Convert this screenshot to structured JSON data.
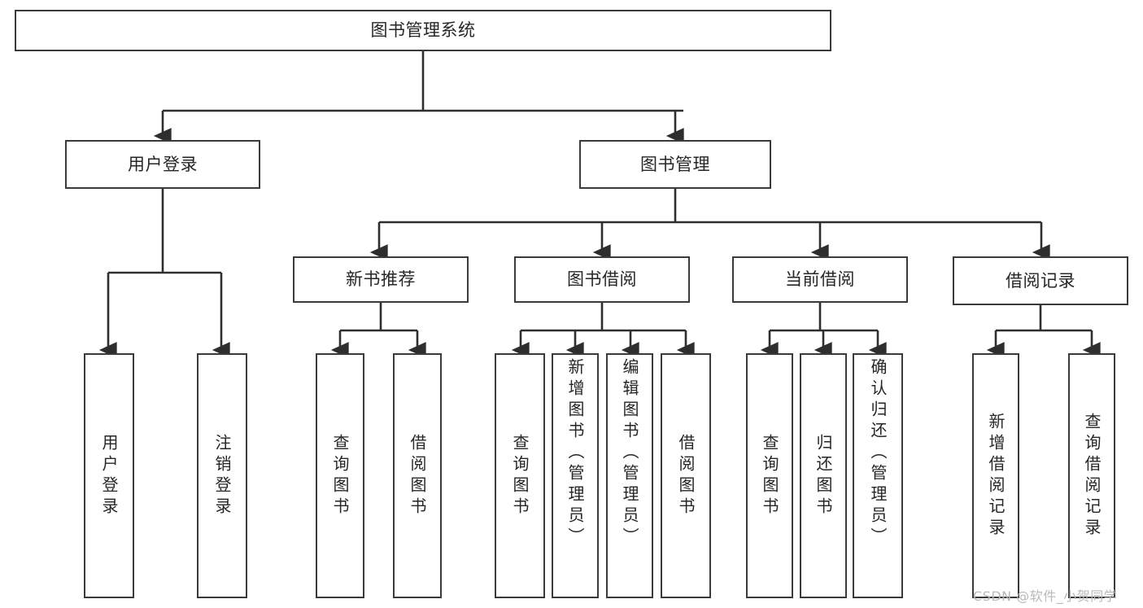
{
  "diagram": {
    "title": "图书管理系统",
    "type": "tree",
    "watermark": "CSDN @软件_小贺同学",
    "colors": {
      "box_border": "#3a3a3a",
      "box_fill": "#ffffff",
      "edge": "#2e2e2e",
      "text": "#262626",
      "watermark": "#b9b9b9",
      "background": "#ffffff"
    },
    "levels": {
      "root": "图书管理系统",
      "level2": [
        "用户登录",
        "图书管理"
      ],
      "level3": [
        "新书推荐",
        "图书借阅",
        "当前借阅",
        "借阅记录"
      ],
      "level4_groups": [
        {
          "parent": "用户登录",
          "children": [
            "用户登录",
            "注销登录"
          ]
        },
        {
          "parent": "新书推荐",
          "children": [
            "查询图书",
            "借阅图书"
          ]
        },
        {
          "parent": "图书借阅",
          "children": [
            "查询图书",
            "新增图书（管理员）",
            "编辑图书（管理员）",
            "借阅图书"
          ]
        },
        {
          "parent": "当前借阅",
          "children": [
            "查询图书",
            "归还图书",
            "确认归还（管理员）"
          ]
        },
        {
          "parent": "借阅记录",
          "children": [
            "新增借阅记录",
            "查询借阅记录"
          ]
        }
      ]
    },
    "nodes": {
      "root": {
        "label": "图书管理系统",
        "name": "node-book-management-system"
      },
      "l2_user_login": {
        "label": "用户登录",
        "name": "node-user-login"
      },
      "l2_book_mgmt": {
        "label": "图书管理",
        "name": "node-book-management"
      },
      "l3_new_book": {
        "label": "新书推荐",
        "name": "node-new-book-recommendation"
      },
      "l3_borrow": {
        "label": "图书借阅",
        "name": "node-book-borrowing"
      },
      "l3_current": {
        "label": "当前借阅",
        "name": "node-current-borrowing"
      },
      "l3_record": {
        "label": "借阅记录",
        "name": "node-borrowing-record"
      },
      "l4_a1": {
        "label": "用户登录",
        "name": "node-leaf-user-login"
      },
      "l4_a2": {
        "label": "注销登录",
        "name": "node-leaf-logout"
      },
      "l4_b1": {
        "label": "查询图书",
        "name": "node-leaf-query-book-1"
      },
      "l4_b2": {
        "label": "借阅图书",
        "name": "node-leaf-borrow-book-1"
      },
      "l4_c1": {
        "label": "查询图书",
        "name": "node-leaf-query-book-2"
      },
      "l4_c2": {
        "label": "新增图书（管理员）",
        "name": "node-leaf-add-book-admin"
      },
      "l4_c3": {
        "label": "编辑图书（管理员）",
        "name": "node-leaf-edit-book-admin"
      },
      "l4_c4": {
        "label": "借阅图书",
        "name": "node-leaf-borrow-book-2"
      },
      "l4_d1": {
        "label": "查询图书",
        "name": "node-leaf-query-book-3"
      },
      "l4_d2": {
        "label": "归还图书",
        "name": "node-leaf-return-book"
      },
      "l4_d3": {
        "label": "确认归还（管理员）",
        "name": "node-leaf-confirm-return-admin"
      },
      "l4_e1": {
        "label": "新增借阅记录",
        "name": "node-leaf-add-borrow-record"
      },
      "l4_e2": {
        "label": "查询借阅记录",
        "name": "node-leaf-query-borrow-record"
      }
    }
  }
}
